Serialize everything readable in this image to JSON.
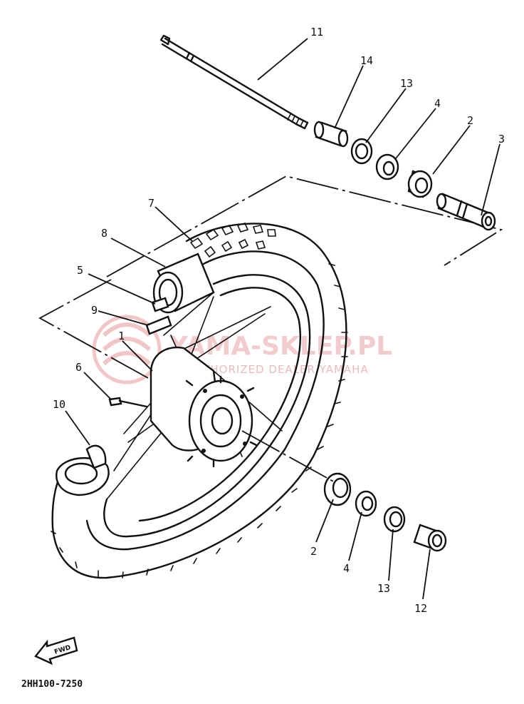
{
  "watermark": {
    "brand": "YAMA-SKLEP.PL",
    "tagline": "AUTHORIZED DEALER YAMAHA"
  },
  "diagram_code": "2HH100-7250",
  "direction_arrow": "FWD",
  "callouts": [
    {
      "id": "c11",
      "label": "11"
    },
    {
      "id": "c14",
      "label": "14"
    },
    {
      "id": "c13a",
      "label": "13"
    },
    {
      "id": "c4a",
      "label": "4"
    },
    {
      "id": "c2a",
      "label": "2"
    },
    {
      "id": "c3",
      "label": "3"
    },
    {
      "id": "c7",
      "label": "7"
    },
    {
      "id": "c8",
      "label": "8"
    },
    {
      "id": "c5",
      "label": "5"
    },
    {
      "id": "c9",
      "label": "9"
    },
    {
      "id": "c1",
      "label": "1"
    },
    {
      "id": "c6",
      "label": "6"
    },
    {
      "id": "c10",
      "label": "10"
    },
    {
      "id": "c2b",
      "label": "2"
    },
    {
      "id": "c4b",
      "label": "4"
    },
    {
      "id": "c13b",
      "label": "13"
    },
    {
      "id": "c12",
      "label": "12"
    }
  ]
}
